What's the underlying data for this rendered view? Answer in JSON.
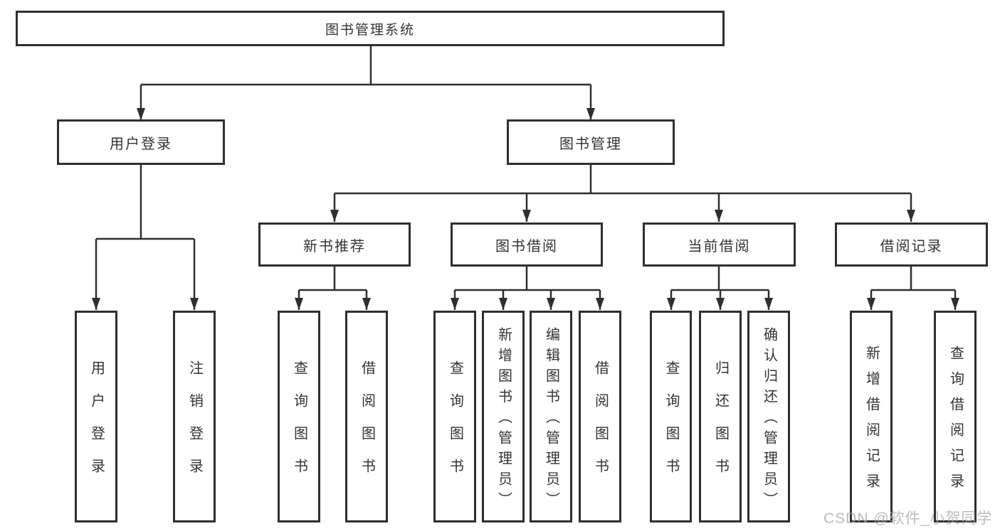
{
  "diagram": {
    "root": {
      "label": "图书管理系统"
    },
    "branches": [
      {
        "label": "用户登录",
        "children": [
          {
            "label": "用户登录"
          },
          {
            "label": "注销登录"
          }
        ]
      },
      {
        "label": "图书管理",
        "groups": [
          {
            "label": "新书推荐",
            "children": [
              {
                "label": "查询图书"
              },
              {
                "label": "借阅图书"
              }
            ]
          },
          {
            "label": "图书借阅",
            "children": [
              {
                "label": "查询图书"
              },
              {
                "label": "新增图书（管理员）"
              },
              {
                "label": "编辑图书（管理员）"
              },
              {
                "label": "借阅图书"
              }
            ]
          },
          {
            "label": "当前借阅",
            "children": [
              {
                "label": "查询图书"
              },
              {
                "label": "归还图书"
              },
              {
                "label": "确认归还（管理员）"
              }
            ]
          },
          {
            "label": "借阅记录",
            "children": [
              {
                "label": "新增借阅记录"
              },
              {
                "label": "查询借阅记录"
              }
            ]
          }
        ]
      }
    ]
  },
  "colors": {
    "line": "#2f2f2f",
    "text": "#333333",
    "watermark": "#a8a8a8",
    "background": "#ffffff"
  },
  "watermark": {
    "text": "CSDN @软件_小贺同学"
  }
}
